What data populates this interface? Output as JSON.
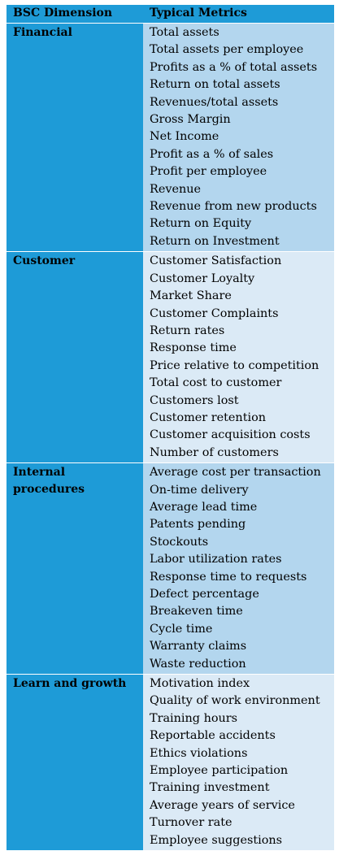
{
  "header": {
    "dimension": "BSC Dimension",
    "metrics": "Typical Metrics"
  },
  "rows": [
    {
      "dimension": "Financial",
      "metrics": [
        "Total assets",
        "Total assets per employee",
        "Profits as a % of total assets",
        "Return on total assets",
        "Revenues/total assets",
        "Gross Margin",
        "Net Income",
        "Profit as a % of sales",
        "Profit per employee",
        "Revenue",
        "Revenue from new products",
        "Return on Equity",
        "Return on Investment"
      ]
    },
    {
      "dimension": "Customer",
      "metrics": [
        "Customer Satisfaction",
        "Customer Loyalty",
        "Market Share",
        "Customer Complaints",
        "Return rates",
        "Response time",
        "Price relative to competition",
        "Total cost to customer",
        "Customers lost",
        "Customer retention",
        "Customer acquisition costs",
        "Number of customers"
      ]
    },
    {
      "dimension": "Internal procedures",
      "metrics": [
        "Average cost per transaction",
        "On-time delivery",
        "Average lead time",
        "Patents pending",
        "Stockouts",
        "Labor utilization rates",
        "Response time to requests",
        "Defect percentage",
        "Breakeven time",
        "Cycle time",
        "Warranty claims",
        "Waste reduction"
      ]
    },
    {
      "dimension": "Learn and growth",
      "metrics": [
        "Motivation index",
        "Quality of work environment",
        "Training hours",
        "Reportable accidents",
        "Ethics violations",
        "Employee participation",
        "Training investment",
        "Average years of service",
        "Turnover rate",
        "Employee suggestions"
      ]
    }
  ]
}
